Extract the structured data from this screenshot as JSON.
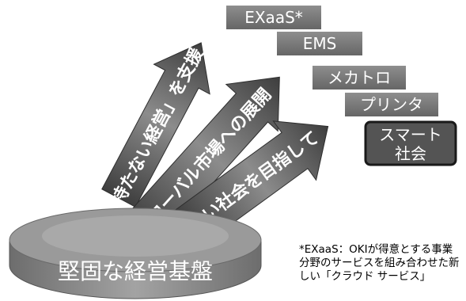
{
  "base": {
    "label": "堅固な経営基盤"
  },
  "arrows": [
    {
      "label": "「持たない経営」を支援"
    },
    {
      "label": "グローバル市場への展開"
    },
    {
      "label": "新しい社会を目指して"
    }
  ],
  "boxes": {
    "exaas": "EXaaS*",
    "ems": "EMS",
    "mechatro": "メカトロ",
    "printer": "プリンタ",
    "smart_line1": "スマート",
    "smart_line2": "社会"
  },
  "footnote": {
    "line1": "*EXaaS：OKIが得意とする事業",
    "line2": "分野のサービスを組み合わせた新",
    "line3": "しい「クラウド サービス」"
  },
  "colors": {
    "box_fill": "#7a7a7a",
    "smart_box_fill": "#545454",
    "smart_box_border": "#1a1a1a",
    "arrow_fill": "#6e6e6e",
    "base_fill": "#8a8a8a"
  }
}
